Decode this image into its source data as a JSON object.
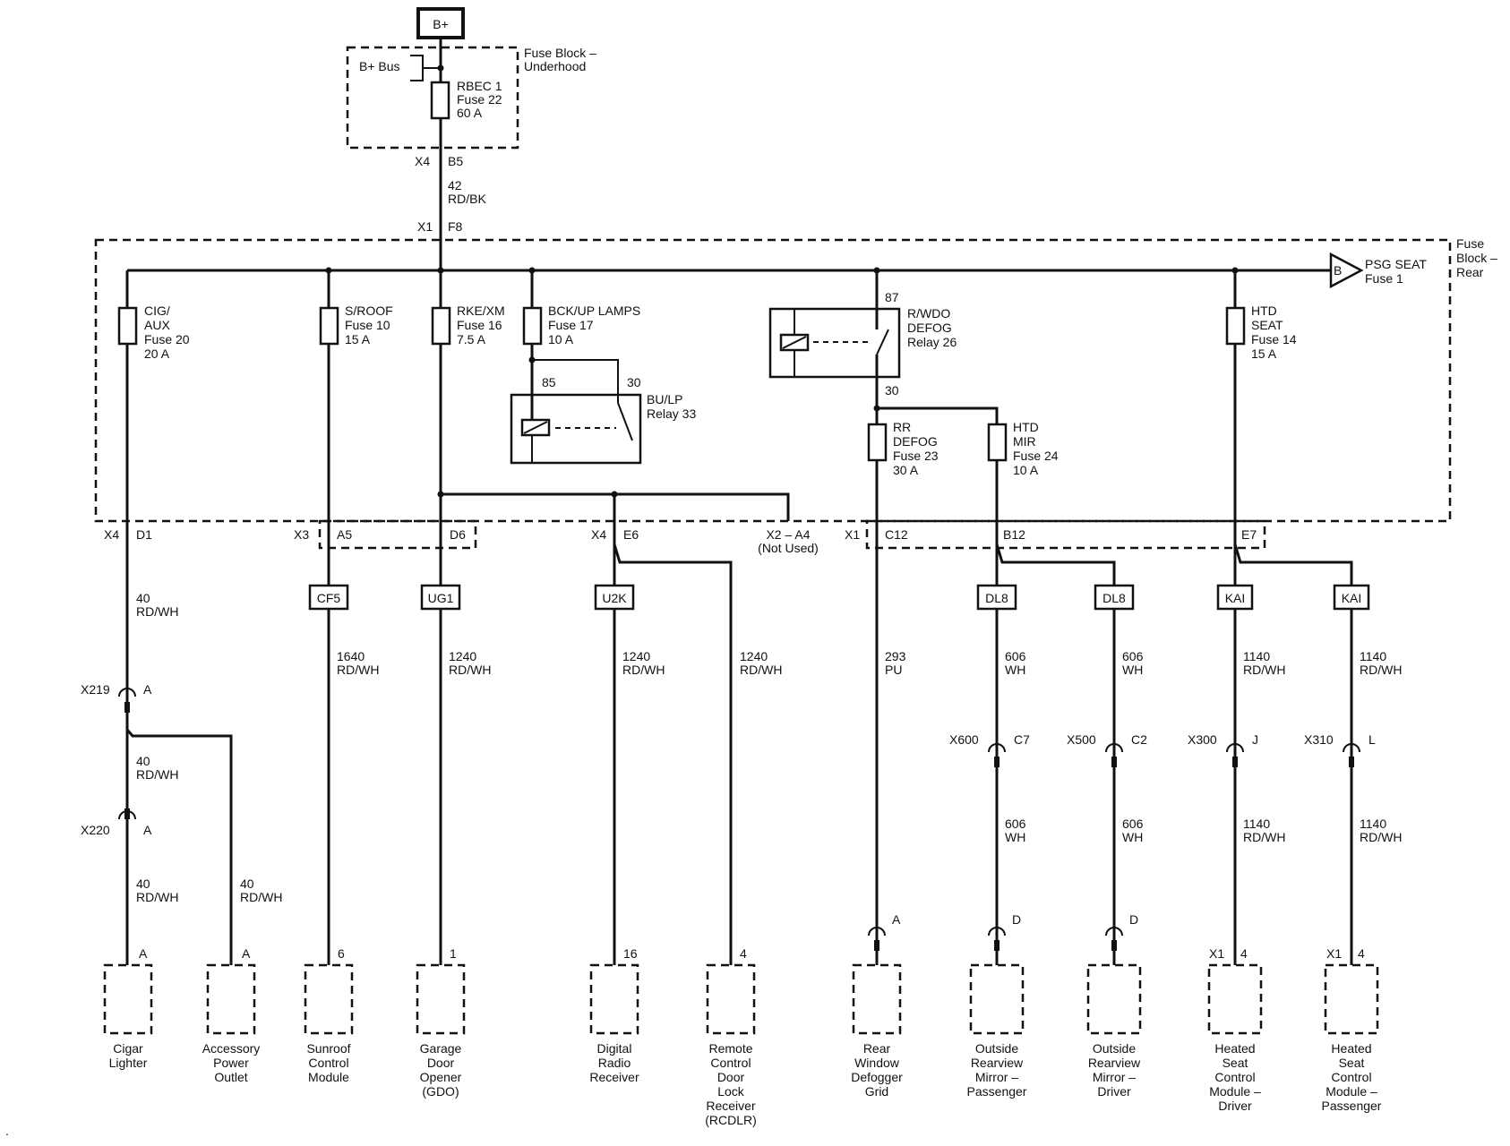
{
  "supply": {
    "bplus": "B+",
    "bplus_bus": "B+ Bus",
    "fuse_block_underhood": [
      "Fuse Block –",
      "Underhood"
    ],
    "rbec_fuse": [
      "RBEC 1",
      "Fuse 22",
      "60 A"
    ],
    "conn_x4": "X4",
    "conn_b5": "B5",
    "wire_42": [
      "42",
      "RD/BK"
    ],
    "conn_x1": "X1",
    "conn_f8": "F8"
  },
  "fuse_block_rear": {
    "label": [
      "Fuse",
      "Block –",
      "Rear"
    ],
    "psg_seat": [
      "PSG SEAT",
      "Fuse 1"
    ],
    "offpage_b": "B"
  },
  "fuses": {
    "cig_aux": [
      "CIG/",
      "AUX",
      "Fuse 20",
      "20 A"
    ],
    "sroof": [
      "S/ROOF",
      "Fuse 10",
      "15 A"
    ],
    "rke_xm": [
      "RKE/XM",
      "Fuse 16",
      "7.5 A"
    ],
    "bck_up": [
      "BCK/UP LAMPS",
      "Fuse 17",
      "10 A"
    ],
    "htd_seat": [
      "HTD",
      "SEAT",
      "Fuse 14",
      "15 A"
    ],
    "rr_defog": [
      "RR",
      "DEFOG",
      "Fuse 23",
      "30 A"
    ],
    "htd_mir": [
      "HTD",
      "MIR",
      "Fuse 24",
      "10 A"
    ]
  },
  "relays": {
    "rwdo": {
      "label": [
        "R/WDO",
        "DEFOG",
        "Relay 26"
      ],
      "pin87": "87",
      "pin30": "30"
    },
    "bulp": {
      "label": [
        "BU/LP",
        "Relay 33"
      ],
      "pin85": "85",
      "pin30": "30"
    }
  },
  "connectors": {
    "x4": "X4",
    "d1": "D1",
    "x3": "X3",
    "a5": "A5",
    "d6": "D6",
    "x4b": "X4",
    "e6": "E6",
    "x2a4": [
      "X2 – A4",
      "(Not Used)"
    ],
    "x1": "X1",
    "c12": "C12",
    "b12": "B12",
    "e7": "E7"
  },
  "splices": {
    "cf5": "CF5",
    "ug1": "UG1",
    "u2k": "U2K",
    "dl8a": "DL8",
    "dl8b": "DL8",
    "kaia": "KAI",
    "kaib": "KAI"
  },
  "wires": {
    "w40a": [
      "40",
      "RD/WH"
    ],
    "w40b": [
      "40",
      "RD/WH"
    ],
    "w40c": [
      "40",
      "RD/WH"
    ],
    "w40d": [
      "40",
      "RD/WH"
    ],
    "w1640": [
      "1640",
      "RD/WH"
    ],
    "w1240a": [
      "1240",
      "RD/WH"
    ],
    "w1240b": [
      "1240",
      "RD/WH"
    ],
    "w1240c": [
      "1240",
      "RD/WH"
    ],
    "w293": [
      "293",
      "PU"
    ],
    "w606a": [
      "606",
      "WH"
    ],
    "w606b": [
      "606",
      "WH"
    ],
    "w606c": [
      "606",
      "WH"
    ],
    "w606d": [
      "606",
      "WH"
    ],
    "w1140a": [
      "1140",
      "RD/WH"
    ],
    "w1140b": [
      "1140",
      "RD/WH"
    ],
    "w1140c": [
      "1140",
      "RD/WH"
    ],
    "w1140d": [
      "1140",
      "RD/WH"
    ]
  },
  "inline_connectors": {
    "x219": {
      "name": "X219",
      "pin": "A"
    },
    "x220": {
      "name": "X220",
      "pin": "A"
    },
    "x600": {
      "name": "X600",
      "pin": "C7"
    },
    "x500": {
      "name": "X500",
      "pin": "C2"
    },
    "x300": {
      "name": "X300",
      "pin": "J"
    },
    "x310": {
      "name": "X310",
      "pin": "L"
    }
  },
  "components": {
    "cigar": {
      "pin": "A",
      "label": [
        "Cigar",
        "Lighter"
      ]
    },
    "accessory": {
      "pin": "A",
      "label": [
        "Accessory",
        "Power",
        "Outlet"
      ]
    },
    "sunroof": {
      "pin": "6",
      "label": [
        "Sunroof",
        "Control",
        "Module"
      ]
    },
    "gdo": {
      "pin": "1",
      "label": [
        "Garage",
        "Door",
        "Opener",
        "(GDO)"
      ]
    },
    "radio": {
      "pin": "16",
      "label": [
        "Digital",
        "Radio",
        "Receiver"
      ]
    },
    "rcdlr": {
      "pin": "4",
      "label": [
        "Remote",
        "Control",
        "Door",
        "Lock",
        "Receiver",
        "(RCDLR)"
      ]
    },
    "defogger": {
      "pin": "A",
      "label": [
        "Rear",
        "Window",
        "Defogger",
        "Grid"
      ]
    },
    "mirror_pass": {
      "pin": "D",
      "label": [
        "Outside",
        "Rearview",
        "Mirror –",
        "Passenger"
      ]
    },
    "mirror_drv": {
      "pin": "D",
      "label": [
        "Outside",
        "Rearview",
        "Mirror –",
        "Driver"
      ]
    },
    "seat_drv": {
      "conn": "X1",
      "pin": "4",
      "label": [
        "Heated",
        "Seat",
        "Control",
        "Module –",
        "Driver"
      ]
    },
    "seat_pass": {
      "conn": "X1",
      "pin": "4",
      "label": [
        "Heated",
        "Seat",
        "Control",
        "Module –",
        "Passenger"
      ]
    }
  },
  "stray_mark": "."
}
